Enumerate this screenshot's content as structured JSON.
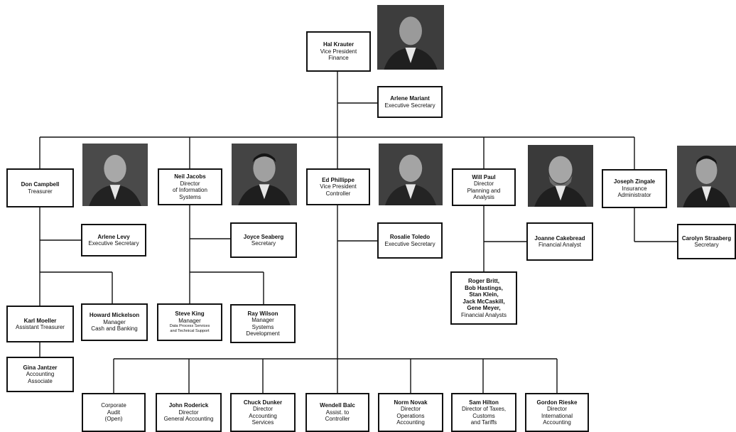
{
  "boxes": {
    "krauter": {
      "name": "Hal Krauter",
      "lines": [
        "Vice President",
        "Finance"
      ]
    },
    "mariant": {
      "name": "Arlene Mariant",
      "lines": [
        "Executive Secretary"
      ]
    },
    "campbell": {
      "name": "Don Campbell",
      "lines": [
        "Treasurer"
      ]
    },
    "jacobs": {
      "name": "Neil Jacobs",
      "lines": [
        "Director",
        "of Information",
        "Systems"
      ]
    },
    "phillippe": {
      "name": "Ed Phillippe",
      "lines": [
        "Vice President",
        "Controller"
      ]
    },
    "paul": {
      "name": "Will Paul",
      "lines": [
        "Director",
        "Planning and",
        "Analysis"
      ]
    },
    "zingale": {
      "name": "Joseph Zingale",
      "lines": [
        "Insurance",
        "Administrator"
      ]
    },
    "levy": {
      "name": "Arlene Levy",
      "lines": [
        "Executive Secretary"
      ]
    },
    "seaberg": {
      "name": "Joyce Seaberg",
      "lines": [
        "Secretary"
      ]
    },
    "toledo": {
      "name": "Rosalie Toledo",
      "lines": [
        "Executive Secretary"
      ]
    },
    "cakebread": {
      "name": "Joanne Cakebread",
      "lines": [
        "Financial Analyst"
      ]
    },
    "straaberg": {
      "name": "Carolyn Straaberg",
      "lines": [
        "Secretary"
      ]
    },
    "analysts": {
      "name": "Roger Britt,\nBob Hastings,\nStan Klein,\nJack McCaskill,\nGene Meyer,",
      "lines": [
        "Financial Analysts"
      ]
    },
    "moeller": {
      "name": "Karl Moeller",
      "lines": [
        "Assistant Treasurer"
      ]
    },
    "mickelson": {
      "name": "Howard  Mickelson",
      "lines": [
        "Manager",
        "Cash and Banking"
      ]
    },
    "king": {
      "name": "Steve King",
      "lines": [
        "Manager"
      ],
      "small": [
        "Data Process Services",
        "and Technical Support"
      ]
    },
    "wilson": {
      "name": "Ray Wilson",
      "lines": [
        "Manager",
        "Systems",
        "Development"
      ]
    },
    "jantzer": {
      "name": "Gina Jantzer",
      "lines": [
        "Accounting",
        "Associate"
      ]
    },
    "audit": {
      "name": "",
      "lines": [
        "Corporate",
        "Audit",
        "(Open)"
      ]
    },
    "roderick": {
      "name": "John Roderick",
      "lines": [
        "Director",
        "General Accounting"
      ]
    },
    "dunker": {
      "name": "Chuck Dunker",
      "lines": [
        "Director",
        "Accounting",
        "Services"
      ]
    },
    "balc": {
      "name": "Wendell Balc",
      "lines": [
        "Assist. to",
        "Controller"
      ]
    },
    "novak": {
      "name": "Norm Novak",
      "lines": [
        "Director",
        "Operations",
        "Accounting"
      ]
    },
    "hilton": {
      "name": "Sam Hilton",
      "lines": [
        "Director of Taxes,",
        "Customs",
        "and Tariffs"
      ]
    },
    "rieske": {
      "name": "Gordon Rieske",
      "lines": [
        "Director",
        "International",
        "Accounting"
      ]
    }
  },
  "photos": [
    "portrait-krauter",
    "portrait-campbell",
    "portrait-jacobs",
    "portrait-phillippe",
    "portrait-paul",
    "portrait-zingale"
  ],
  "colors": {
    "line": "#111111",
    "photo_background": "#3d3d3d"
  }
}
